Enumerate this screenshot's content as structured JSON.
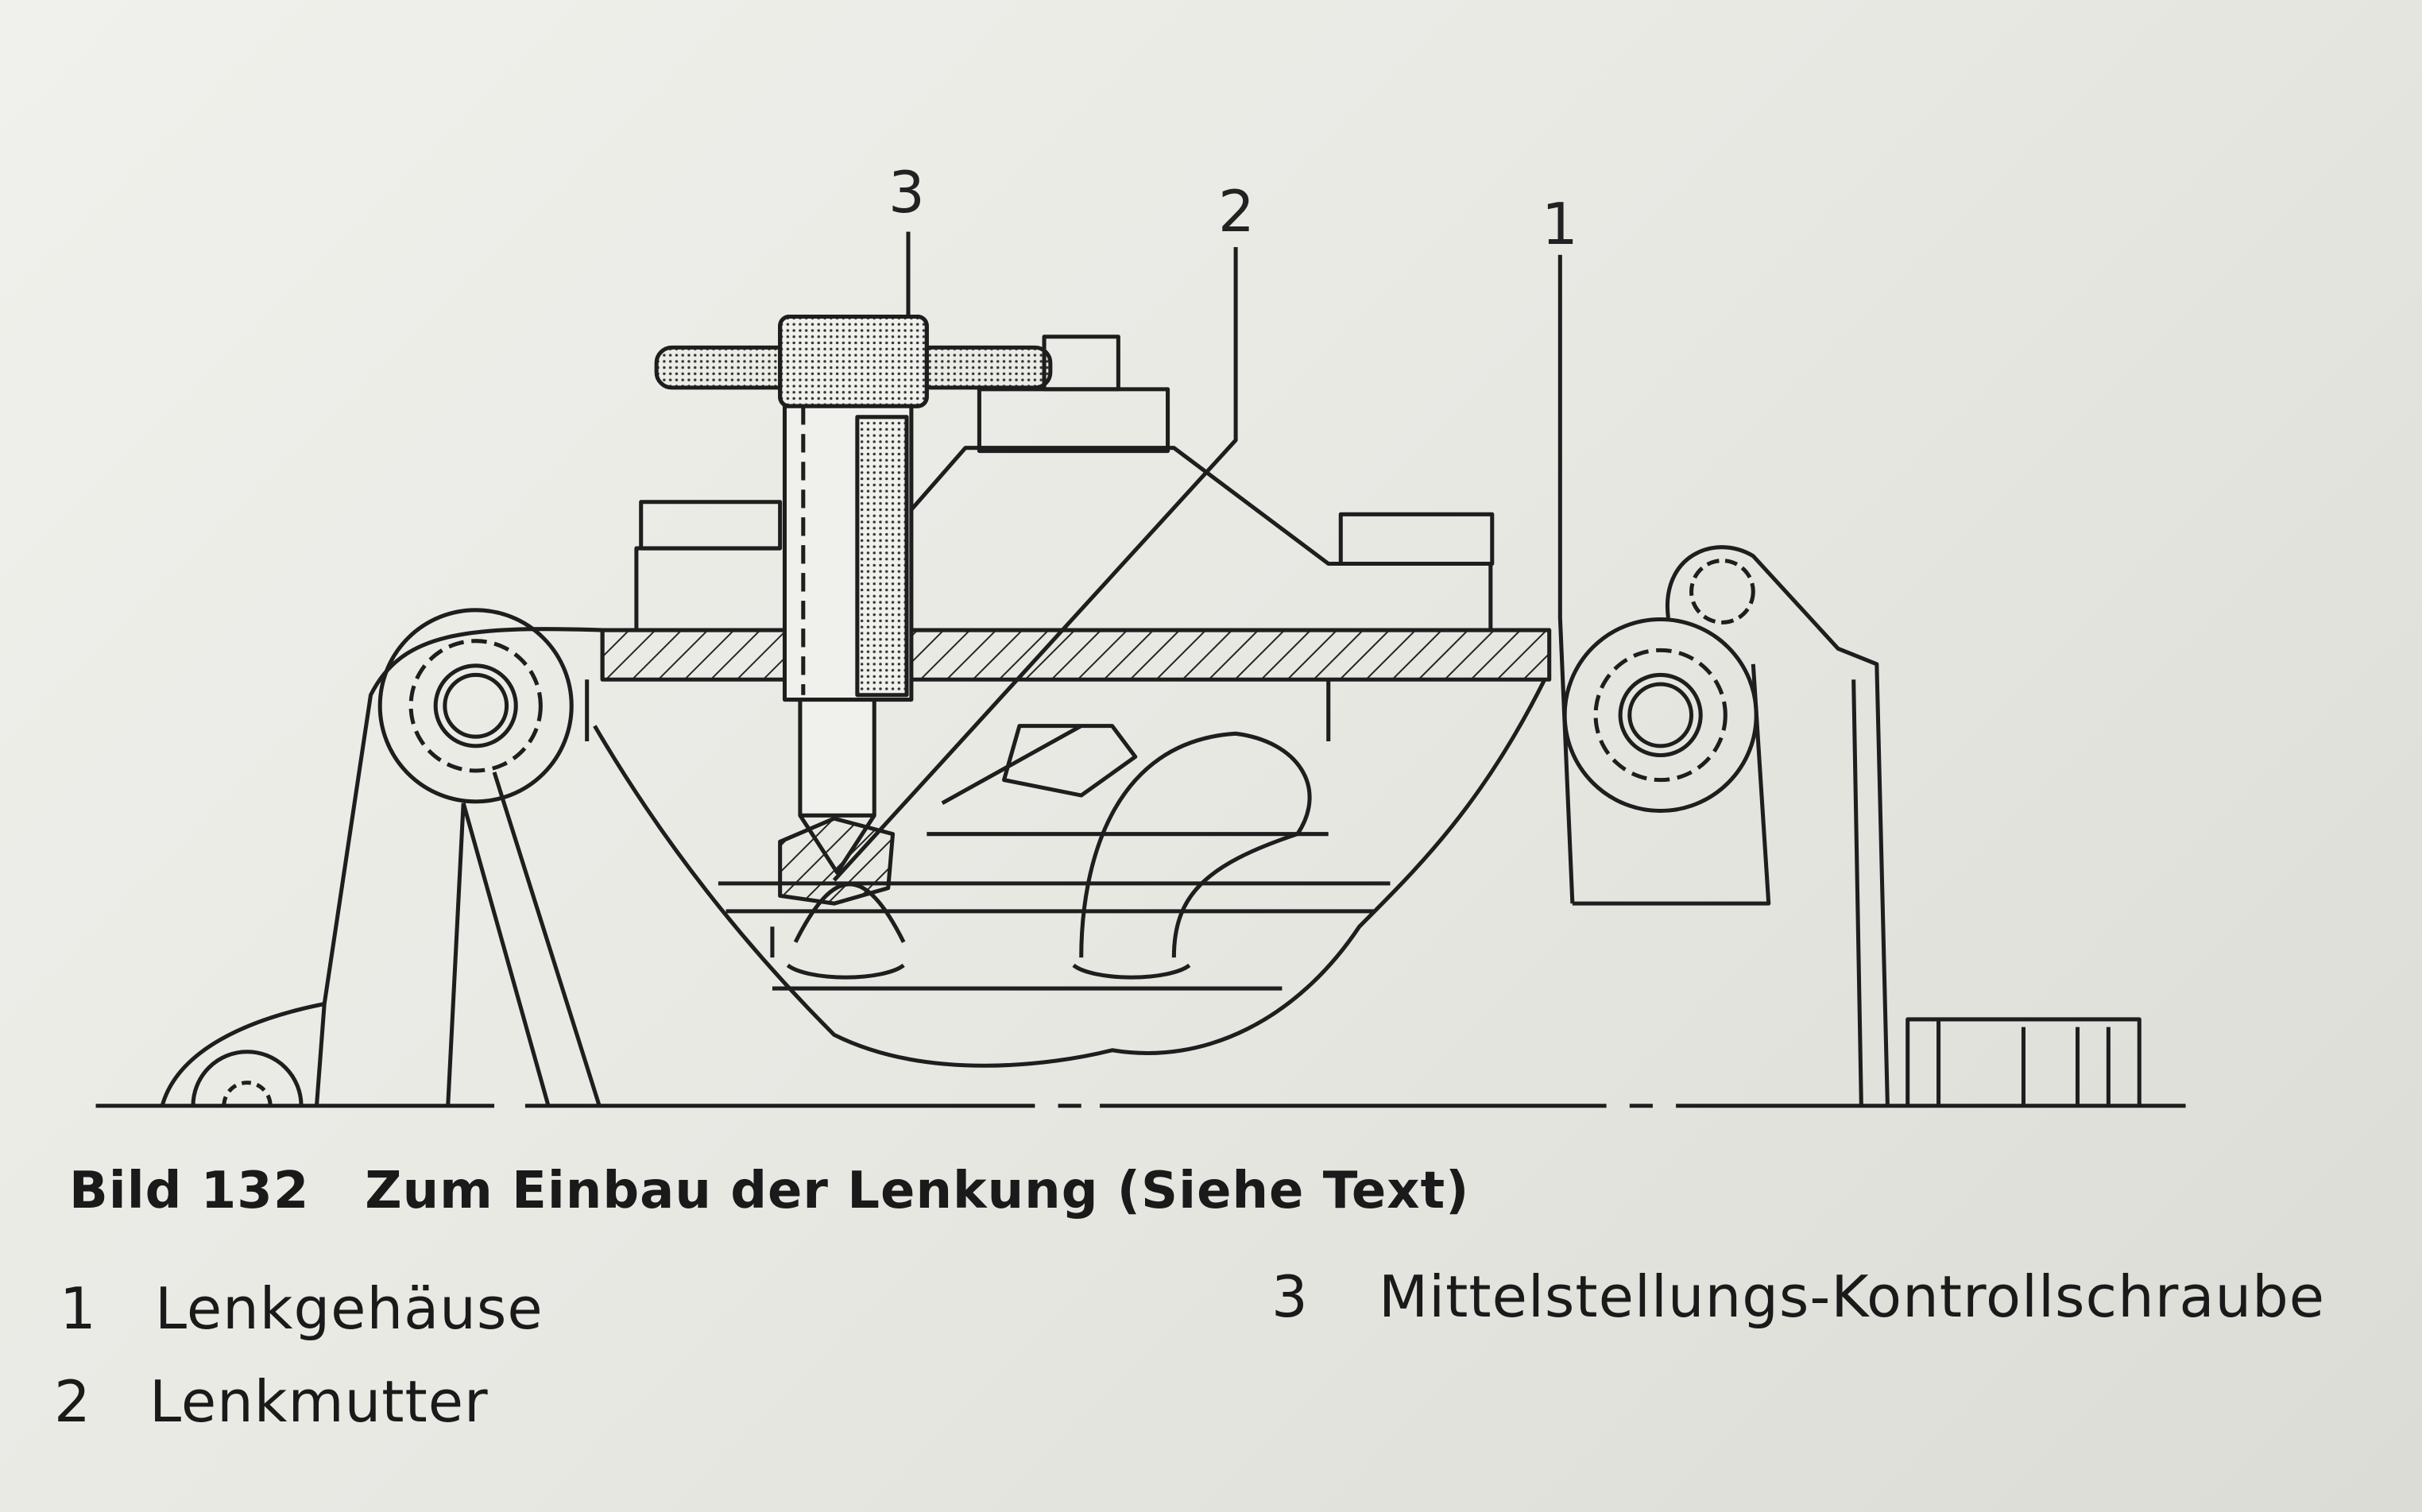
{
  "figure": {
    "callouts": [
      "3",
      "2",
      "1"
    ],
    "caption_number": "Bild 132",
    "caption_title": "Zum Einbau der Lenkung (Siehe Text)",
    "legend": [
      {
        "num": "1",
        "label": "Lenkgehäuse"
      },
      {
        "num": "2",
        "label": "Lenkmutter"
      },
      {
        "num": "3",
        "label": "Mittelstellungs-Kontrollschraube"
      }
    ]
  }
}
